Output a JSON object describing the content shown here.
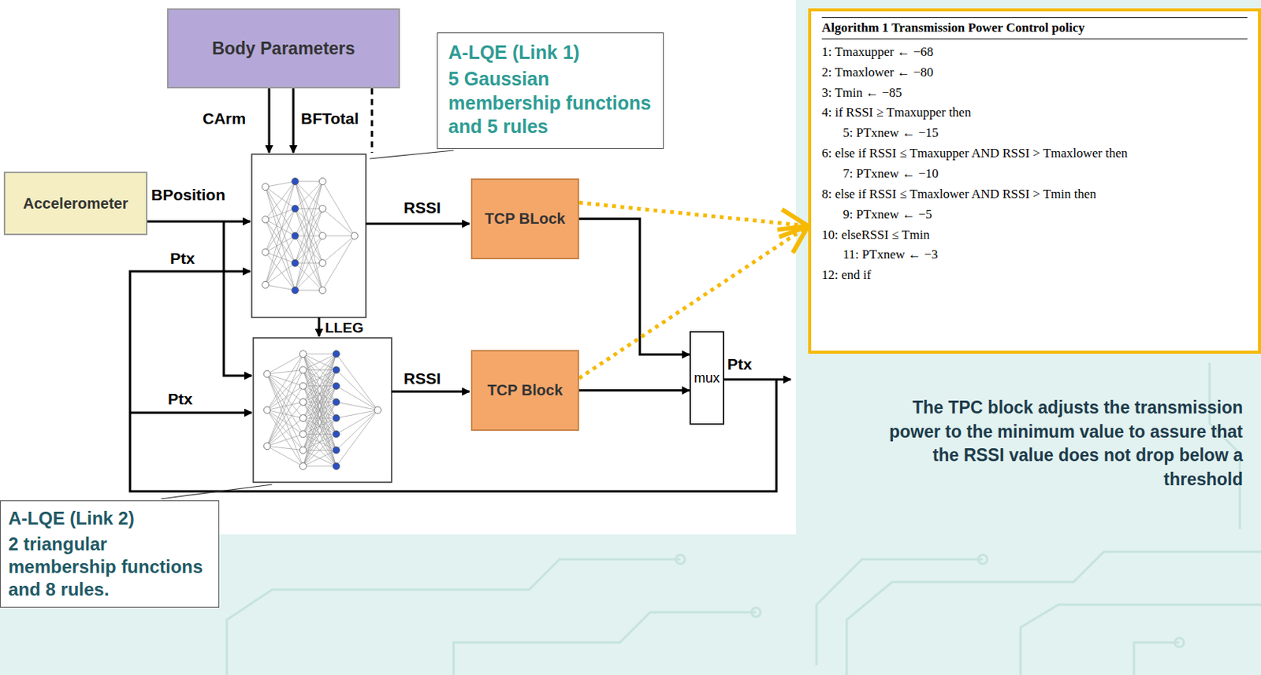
{
  "diagram": {
    "nodes": [
      {
        "text": [
          "Body Parameters"
        ]
      },
      {
        "text": [
          "A-LQE (Link 1)",
          "5 Gaussian membership functions and 5 rules"
        ]
      },
      {
        "text": [
          "Algorithm 1 Transmission Power Control policy",
          "1: Tmaxupper ← −68",
          "2: Tmaxlower ← −80",
          "3: Tmin ← −85",
          "4: if RSSI ≥ Tmaxupper then",
          "5: PTxnew ← −15",
          "6: else if RSSI ≤ Tmaxupper AND RSSI > Tmaxlower then",
          "7: PTxnew ← −10",
          "8: else if RSSI ≤ Tmaxlower AND RSSI > Tmin then",
          "9: PTxnew ← −5",
          "10: elseRSSI ≤ Tmin",
          "11: PTxnew ← −3",
          "12: end if"
        ]
      },
      {
        "text": [
          "Accelerometer"
        ]
      },
      {
        "text": [
          "TCP BLock"
        ]
      },
      {
        "text": [
          "TCP Block"
        ]
      },
      {
        "text": [
          "mux"
        ]
      },
      {
        "text": [
          "A-LQE (Link 2)",
          "2 triangular membership functions and 8 rules."
        ]
      }
    ],
    "edges": [
      {
        "from": 4,
        "to": 6,
        "arrow": "to"
      },
      {
        "from": 5,
        "to": 6,
        "arrow": "to"
      },
      {
        "from": 4,
        "to": 2,
        "arrow": "to"
      },
      {
        "from": 5,
        "to": 2,
        "arrow": "to"
      }
    ],
    "labels": [
      "CArm",
      "BFTotal",
      "BPosition",
      "Ptx",
      "RSSI",
      "LLEG",
      "Ptx",
      "RSSI",
      "Ptx",
      "The TPC block adjusts the transmission power to the minimum value to assure that the RSSI value does not drop below a threshold"
    ]
  }
}
